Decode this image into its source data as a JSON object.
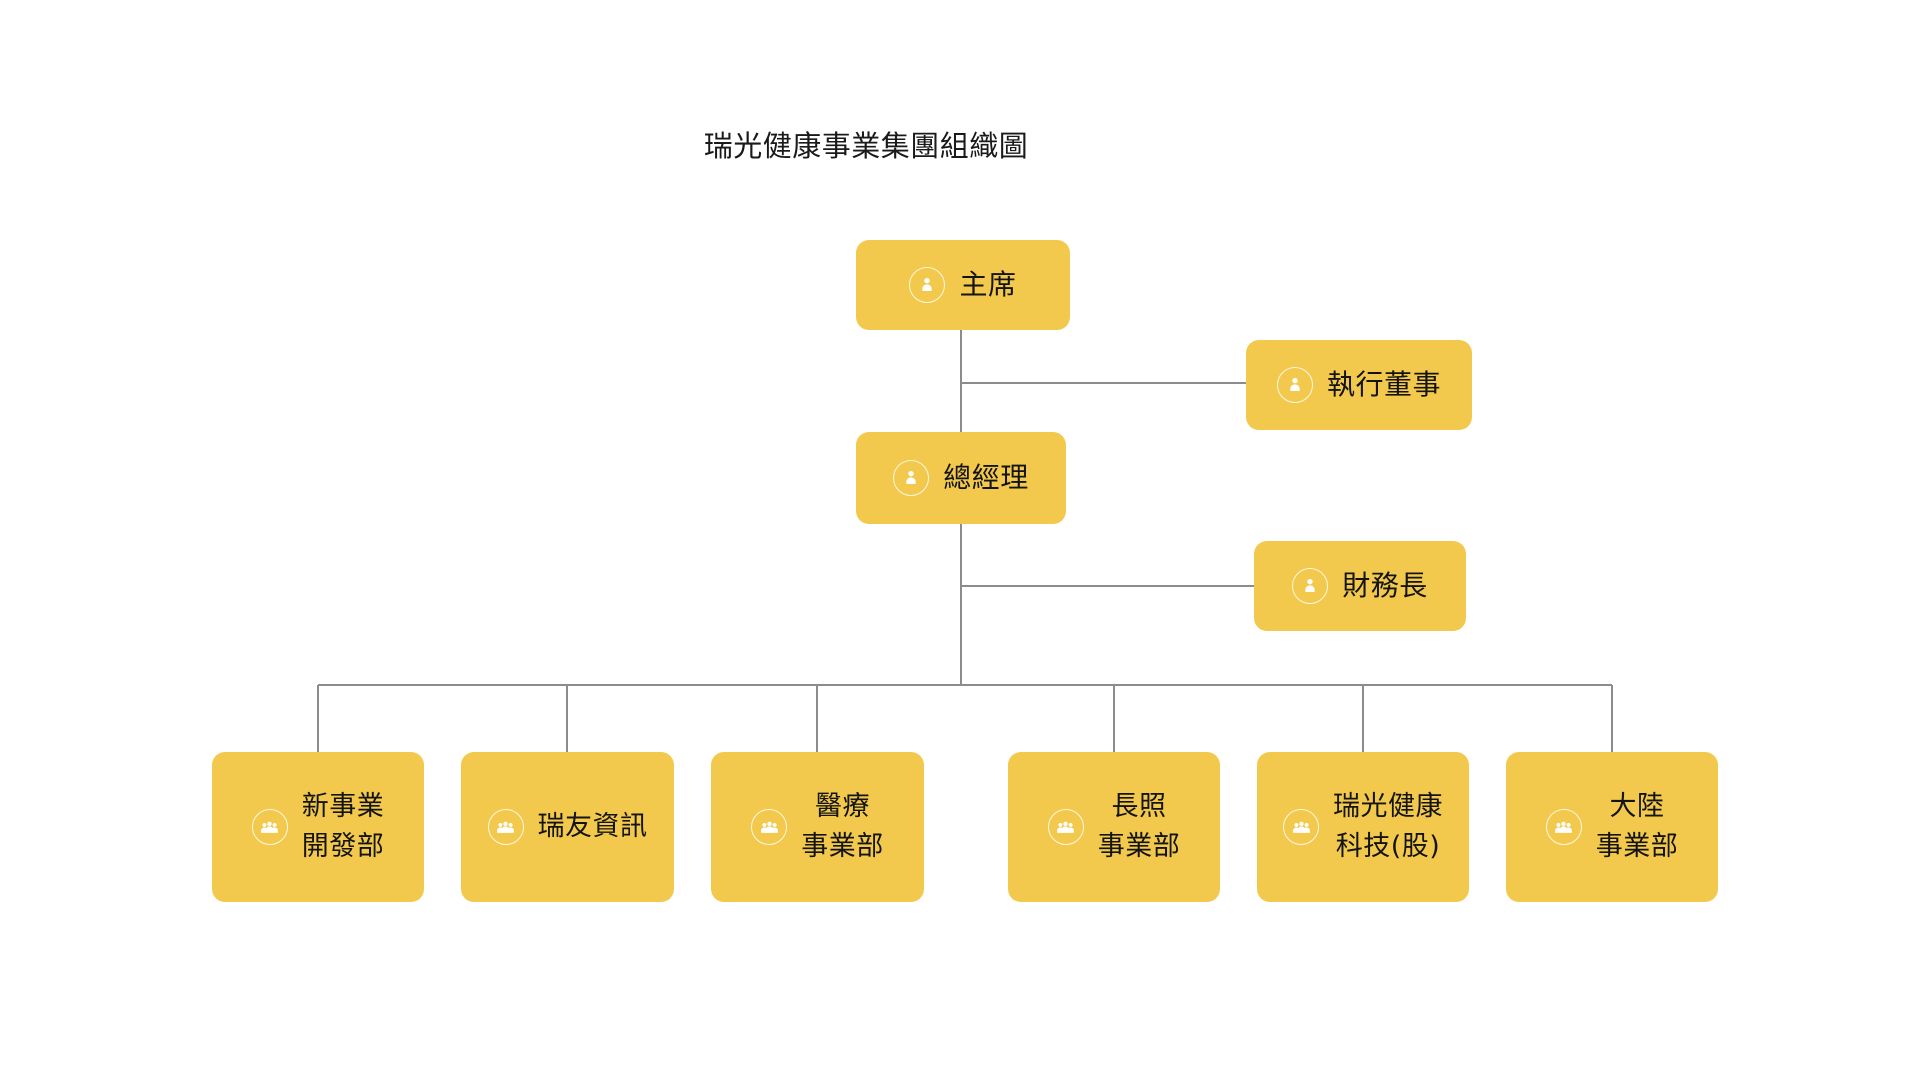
{
  "chart": {
    "title": "瑞光健康事業集團組織圖",
    "type": "org-chart",
    "background_color": "#FFFFFF",
    "node_fill_color": "#F2C94C",
    "node_text_color": "#141414",
    "connector_color": "#8C8C8C",
    "icon_color": "#FFFFFF"
  },
  "nodes": {
    "chairman": {
      "label": "主席",
      "icon": "single-person-icon",
      "level": 1
    },
    "exec_director": {
      "label": "執行董事",
      "icon": "single-person-icon",
      "level": 2
    },
    "general_manager": {
      "label": "總經理",
      "icon": "single-person-icon",
      "level": 2
    },
    "cfo": {
      "label": "財務長",
      "icon": "single-person-icon",
      "level": 3
    },
    "departments": [
      {
        "label": "新事業\n開發部",
        "icon": "group-people-icon",
        "lines": 2
      },
      {
        "label": "瑞友資訊",
        "icon": "group-people-icon",
        "lines": 1
      },
      {
        "label": "醫療\n事業部",
        "icon": "group-people-icon",
        "lines": 2
      },
      {
        "label": "長照\n事業部",
        "icon": "group-people-icon",
        "lines": 2
      },
      {
        "label": "瑞光健康\n科技(股)",
        "icon": "group-people-icon",
        "lines": 2
      },
      {
        "label": "大陸\n事業部",
        "icon": "group-people-icon",
        "lines": 2
      }
    ]
  },
  "hierarchy": {
    "root": "chairman",
    "edges": [
      {
        "from": "chairman",
        "to": "exec_director",
        "style": "lateral"
      },
      {
        "from": "chairman",
        "to": "general_manager",
        "style": "vertical"
      },
      {
        "from": "general_manager",
        "to": "cfo",
        "style": "lateral"
      },
      {
        "from": "general_manager",
        "to": "departments",
        "style": "bus"
      }
    ]
  }
}
